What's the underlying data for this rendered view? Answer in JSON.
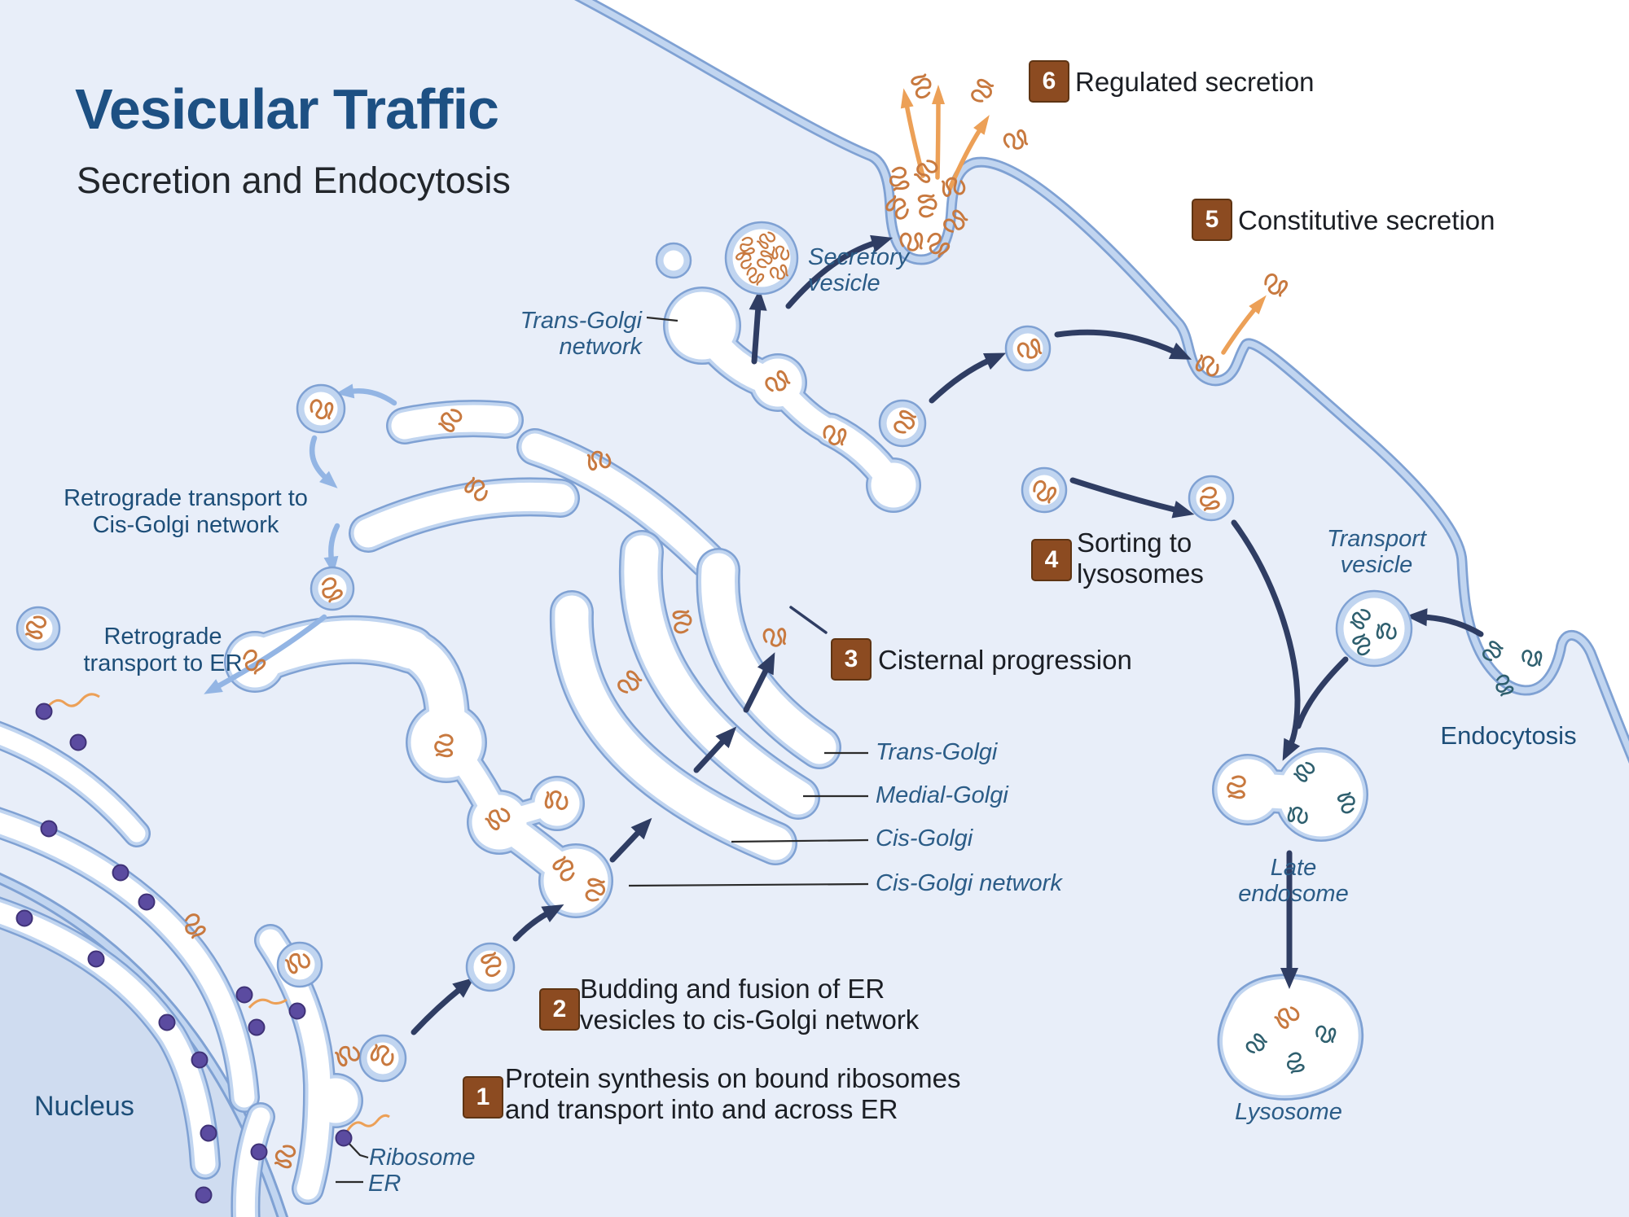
{
  "title": {
    "main": "Vesicular Traffic",
    "subtitle": "Secretion and Endocytosis"
  },
  "steps": [
    {
      "num": "1",
      "lines": [
        "Protein synthesis on bound ribosomes",
        "and transport into and across ER"
      ]
    },
    {
      "num": "2",
      "lines": [
        "Budding and fusion of ER",
        "vesicles to cis-Golgi network"
      ]
    },
    {
      "num": "3",
      "lines": [
        "Cisternal progression"
      ]
    },
    {
      "num": "4",
      "lines": [
        "Sorting to",
        "lysosomes"
      ]
    },
    {
      "num": "5",
      "lines": [
        "Constitutive secretion"
      ]
    },
    {
      "num": "6",
      "lines": [
        "Regulated secretion"
      ]
    }
  ],
  "labels": {
    "nucleus": "Nucleus",
    "ribosome": "Ribosome",
    "er": "ER",
    "retrograde_cgn": [
      "Retrograde transport to",
      "Cis-Golgi network"
    ],
    "retrograde_er": [
      "Retrograde",
      "transport to ER"
    ],
    "tgn": [
      "Trans-Golgi",
      "network"
    ],
    "secretory_vesicle": [
      "Secretory",
      "vesicle"
    ],
    "trans_golgi": "Trans-Golgi",
    "medial_golgi": "Medial-Golgi",
    "cis_golgi": "Cis-Golgi",
    "cis_golgi_network": "Cis-Golgi network",
    "transport_vesicle": [
      "Transport",
      "vesicle"
    ],
    "endocytosis": "Endocytosis",
    "late_endosome": [
      "Late",
      "endosome"
    ],
    "lysosome": "Lysosome"
  },
  "icons": {
    "protein-squiggle-icon": "orange scribble loop",
    "cargo-squiggle-icon": "teal scribble loop",
    "ribosome-dot-icon": "purple filled circle",
    "mrna-thread-icon": "orange wavy line",
    "arrow-icon": "curved arrow with solid triangular head"
  },
  "colors": {
    "cytoplasm": "#e8eef9",
    "extracellular": "#ffffff",
    "membrane_edge": "#7fa1d3",
    "membrane_band": "#c1d5f0",
    "nucleus_fill": "#cfdcf0",
    "title_blue": "#1d5083",
    "label_blue_italic": "#2b5c87",
    "label_blue": "#1d4e78",
    "badge_brown": "#8c4b21",
    "badge_border": "#5e3413",
    "badge_text": "#ffffff",
    "arrow_navy": "#2f3d63",
    "arrow_blue": "#93b5e4",
    "arrow_orange": "#eca057",
    "protein_orange": "#c8793f",
    "cargo_teal": "#2e5f6e",
    "ribosome_purple": "#5b4ba0",
    "leader_black": "#2b2b2b"
  }
}
